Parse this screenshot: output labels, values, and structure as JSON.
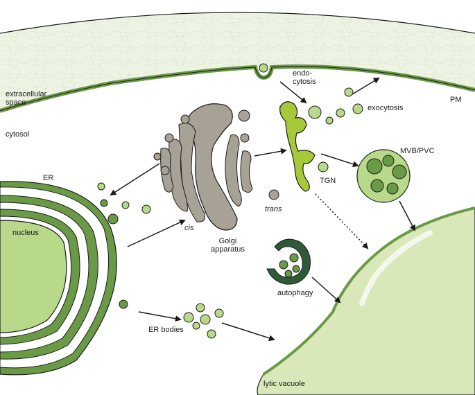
{
  "labels": {
    "extracellular": "extracellular\nspace",
    "cytosol": "cytosol",
    "pm": "PM",
    "er": "ER",
    "nucleus": "nucleus",
    "cis": "cis",
    "trans": "trans",
    "golgi": "Golgi\napparatus",
    "endocytosis": "endo-\ncytosis",
    "exocytosis": "exocytosis",
    "tgn": "TGN",
    "mvb": "MVB/PVC",
    "autophagy": "autophagy",
    "er_bodies": "ER bodies",
    "lytic_vacuole": "lytic vacuole"
  },
  "colors": {
    "er_green": "#6a9a45",
    "light_green": "#b8d88a",
    "lime": "#a6c93a",
    "dark_green": "#2f5a3a",
    "golgi_gray": "#a8a196",
    "vacuole": "#d8e8b8",
    "wall": "#eef4e4",
    "outline": "#1a1a1a"
  }
}
